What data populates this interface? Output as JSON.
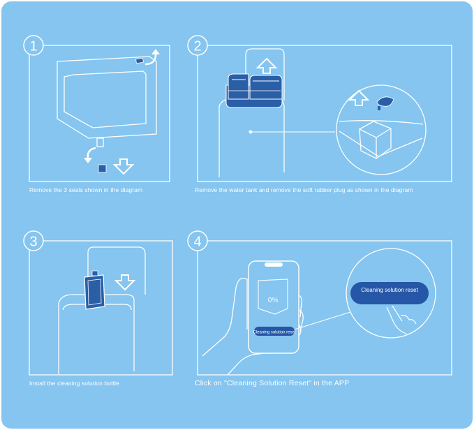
{
  "steps": [
    {
      "number": "1",
      "caption": "Remove the 3 seals shown in the diagram"
    },
    {
      "number": "2",
      "caption": "Remove the water tank and remove the soft rubber plug as shown in the diagram"
    },
    {
      "number": "3",
      "caption": "Install the cleaning solution bottle"
    },
    {
      "number": "4",
      "caption": "Click on \"Cleaning Solution Reset\" in the APP"
    }
  ],
  "phone": {
    "percent": "0%",
    "button_label": "Cleaning solution reset"
  },
  "callout": {
    "button_label": "Cleaning solution reset"
  },
  "colors": {
    "background": "#85c5ef",
    "line": "#ffffff",
    "tank_blue": "#2a5fa8",
    "button_blue": "#2657a6"
  },
  "icons": [
    "arrow-up-icon",
    "arrow-down-icon",
    "curved-arrow-icon",
    "hand-pointer-icon",
    "phone-icon"
  ]
}
